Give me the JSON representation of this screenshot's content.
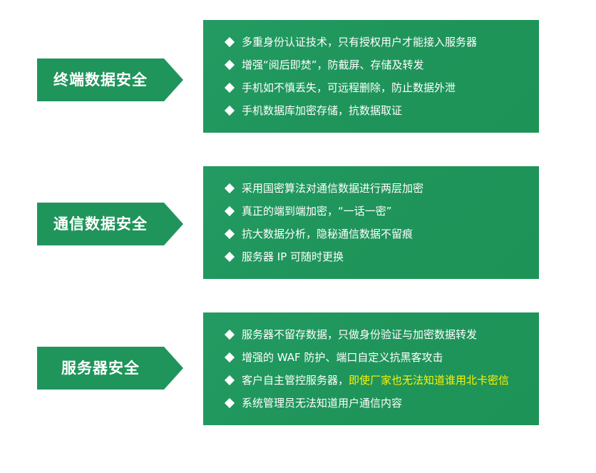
{
  "sections": [
    {
      "label": "终端数据安全",
      "items": [
        {
          "text": "多重身份认证技术，只有授权用户才能接入服务器"
        },
        {
          "text": "增强“阅后即焚”，防截屏、存储及转发"
        },
        {
          "text": "手机如不慎丢失，可远程删除，防止数据外泄"
        },
        {
          "text": "手机数据库加密存储，抗数据取证"
        }
      ]
    },
    {
      "label": "通信数据安全",
      "items": [
        {
          "text": "采用国密算法对通信数据进行两层加密"
        },
        {
          "text": "真正的端到端加密，“一话一密”"
        },
        {
          "text": "抗大数据分析，隐秘通信数据不留痕"
        },
        {
          "text": "服务器 IP 可随时更换"
        }
      ]
    },
    {
      "label": "服务器安全",
      "items": [
        {
          "text": "服务器不留存数据，只做身份验证与加密数据转发"
        },
        {
          "text": "增强的 WAF 防护、端口自定义抗黑客攻击"
        },
        {
          "text": "客户自主管控服务器，",
          "highlight": "即使厂家也无法知道谁用北卡密信"
        },
        {
          "text": "系统管理员无法知道用户通信内容"
        }
      ]
    }
  ],
  "colors": {
    "green": "#1f955b",
    "highlight": "#fff200",
    "text": "#ffffff"
  },
  "icons": {
    "bullet": "diamond-bullet-icon"
  }
}
